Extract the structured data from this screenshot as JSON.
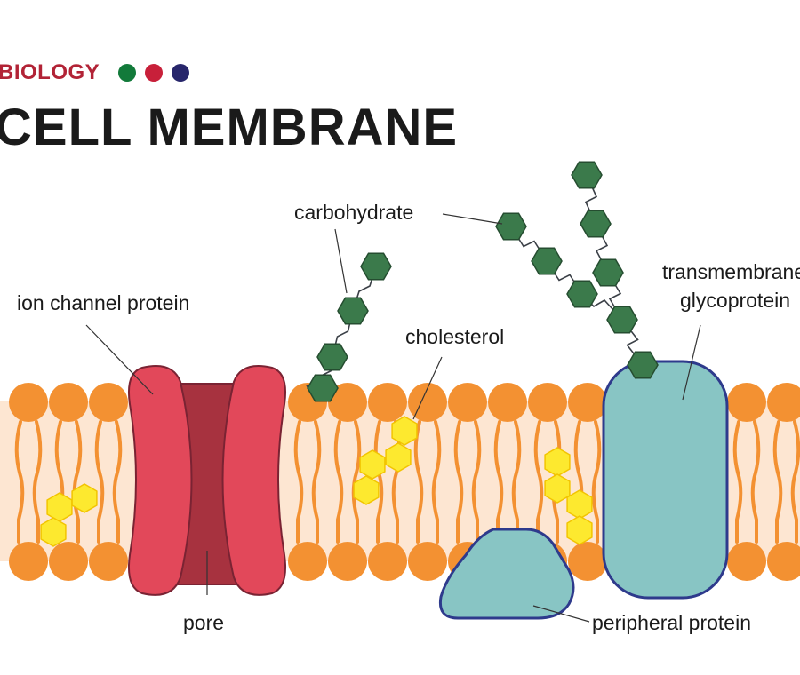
{
  "header": {
    "subject": "BIOLOGY",
    "title": "CELL MEMBRANE",
    "dot_colors": [
      "#127a3a",
      "#c8203a",
      "#27266b"
    ]
  },
  "labels": {
    "carbohydrate": "carbohydrate",
    "ion_channel": "ion channel protein",
    "cholesterol": "cholesterol",
    "transmembrane_line1": "transmembrane",
    "transmembrane_line2": "glycoprotein",
    "pore": "pore",
    "peripheral": "peripheral protein"
  },
  "colors": {
    "phospholipid_head": "#f39132",
    "lipid_band": "#fde6d2",
    "channel_protein": "#e2485a",
    "pore": "#a7323f",
    "glycoprotein": "#88c5c4",
    "glycoprotein_outline": "#2e3a8c",
    "carbohydrate": "#3b7a4b",
    "cholesterol": "#fde92f"
  }
}
